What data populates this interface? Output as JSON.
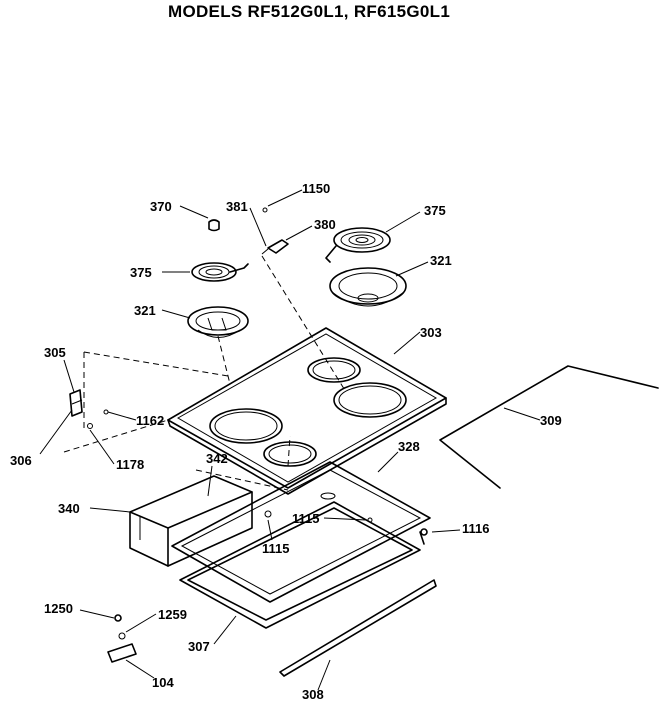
{
  "title": "MODELS RF512G0L1, RF615G0L1",
  "parts": [
    {
      "id": "p370",
      "label": "370"
    },
    {
      "id": "p381",
      "label": "381"
    },
    {
      "id": "p1150",
      "label": "1150"
    },
    {
      "id": "p380",
      "label": "380"
    },
    {
      "id": "p375a",
      "label": "375"
    },
    {
      "id": "p375b",
      "label": "375"
    },
    {
      "id": "p321a",
      "label": "321"
    },
    {
      "id": "p321b",
      "label": "321"
    },
    {
      "id": "p303",
      "label": "303"
    },
    {
      "id": "p305",
      "label": "305"
    },
    {
      "id": "p1162",
      "label": "1162"
    },
    {
      "id": "p306",
      "label": "306"
    },
    {
      "id": "p1178",
      "label": "1178"
    },
    {
      "id": "p309",
      "label": "309"
    },
    {
      "id": "p342",
      "label": "342"
    },
    {
      "id": "p328",
      "label": "328"
    },
    {
      "id": "p340",
      "label": "340"
    },
    {
      "id": "p1115a",
      "label": "1115"
    },
    {
      "id": "p1115b",
      "label": "1115"
    },
    {
      "id": "p1116",
      "label": "1116"
    },
    {
      "id": "p1250",
      "label": "1250"
    },
    {
      "id": "p1259",
      "label": "1259"
    },
    {
      "id": "p307",
      "label": "307"
    },
    {
      "id": "p104",
      "label": "104"
    },
    {
      "id": "p308",
      "label": "308"
    }
  ]
}
